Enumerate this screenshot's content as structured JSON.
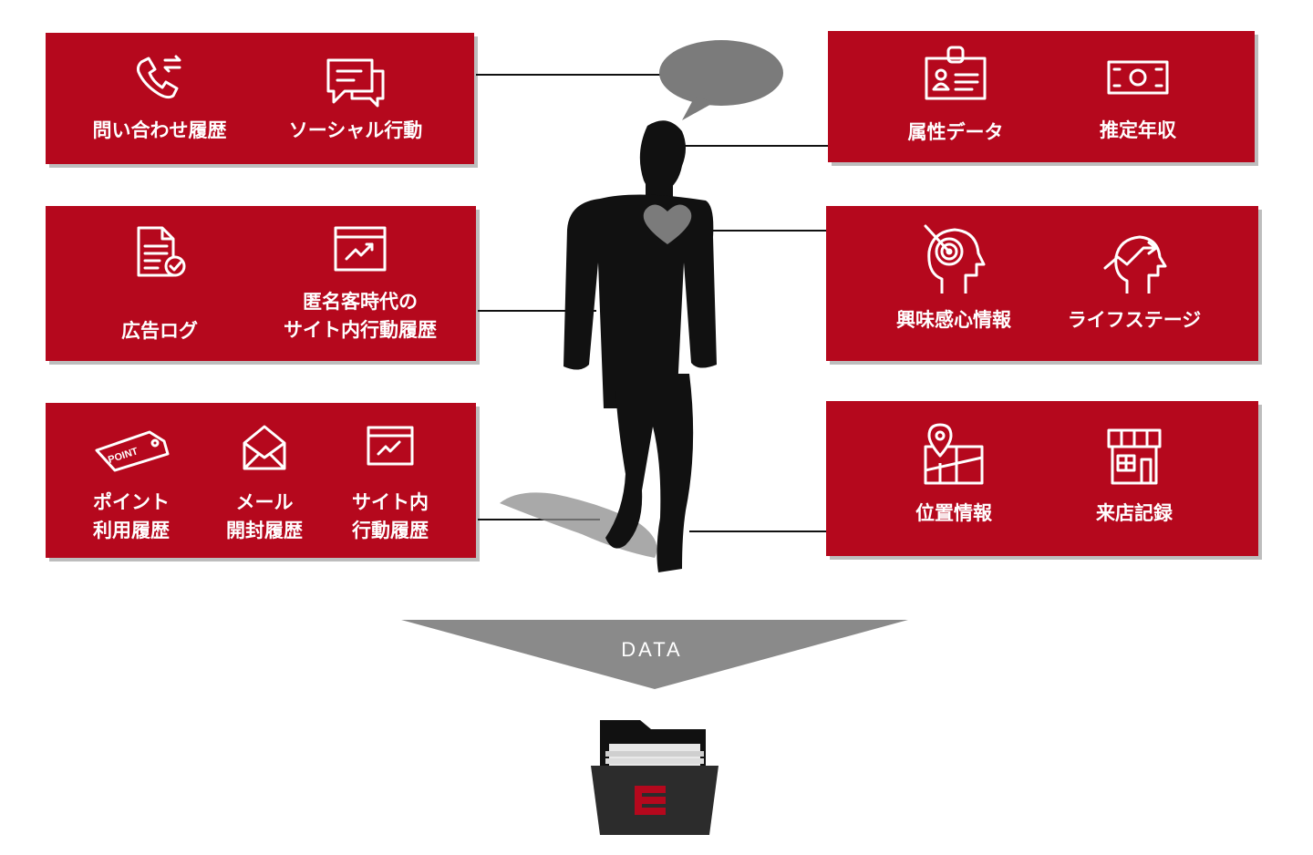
{
  "colors": {
    "accent": "#b5081d",
    "shadow": "#bdbdbd",
    "silhouette": "#111111",
    "arrow": "#8a8a8a"
  },
  "panels": {
    "top_left": [
      {
        "icon": "phone-transfer-icon",
        "label": "問い合わせ履歴"
      },
      {
        "icon": "chat-bubble-icon",
        "label": "ソーシャル行動"
      }
    ],
    "middle_left": [
      {
        "icon": "document-check-icon",
        "label": "広告ログ"
      },
      {
        "icon": "browser-chart-icon",
        "label_line1": "匿名客時代の",
        "label_line2": "サイト内行動履歴"
      }
    ],
    "bottom_left": [
      {
        "icon": "point-tag-icon",
        "tag_text": "POINT",
        "label_line1": "ポイント",
        "label_line2": "利用履歴"
      },
      {
        "icon": "envelope-icon",
        "label_line1": "メール",
        "label_line2": "開封履歴"
      },
      {
        "icon": "browser-chart-icon",
        "label_line1": "サイト内",
        "label_line2": "行動履歴"
      }
    ],
    "top_right": [
      {
        "icon": "id-badge-icon",
        "label": "属性データ"
      },
      {
        "icon": "banknote-icon",
        "label": "推定年収"
      }
    ],
    "middle_right": [
      {
        "icon": "head-target-icon",
        "label": "興味感心情報"
      },
      {
        "icon": "head-growth-icon",
        "label": "ライフステージ"
      }
    ],
    "bottom_right": [
      {
        "icon": "map-pin-icon",
        "label": "位置情報"
      },
      {
        "icon": "storefront-icon",
        "label": "来店記録"
      }
    ]
  },
  "center": {
    "figure": "walking-person-silhouette",
    "speech": "speech-bubble",
    "heart": "heart-icon"
  },
  "data_arrow": {
    "label": "DATA"
  },
  "folder": {
    "icon": "folder-icon",
    "logo": "brand-logo-icon"
  }
}
